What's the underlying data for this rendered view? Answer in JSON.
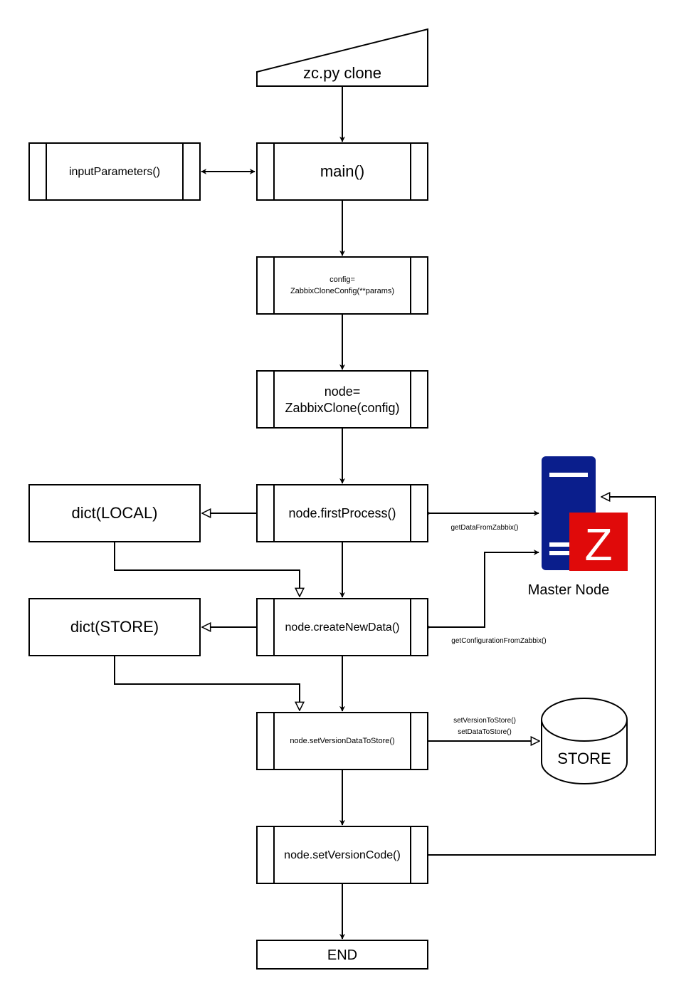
{
  "nodes": {
    "start": "zc.py clone",
    "main": "main()",
    "input_parameters": "inputParameters()",
    "config": [
      "config=",
      "ZabbixCloneConfig(**params)"
    ],
    "node_init": [
      "node=",
      "ZabbixClone(config)"
    ],
    "first_process": "node.firstProcess()",
    "create_new_data": "node.createNewData()",
    "set_version_data_to_store": "node.setVersionDataToStore()",
    "set_version_code": "node.setVersionCode()",
    "end": "END",
    "dict_local": "dict(LOCAL)",
    "dict_store": "dict(STORE)",
    "store_db": "STORE",
    "master_node": "Master Node",
    "zabbix_logo_letter": "Z"
  },
  "edge_labels": {
    "get_data": "getDataFromZabbix()",
    "get_configuration": "getConfigurationFromZabbix()",
    "set_version_to_store": "setVersionToStore()",
    "set_data_to_store": "setDataToStore()"
  },
  "colors": {
    "server_blue": "#0a1e8c",
    "zabbix_red": "#e00a0a",
    "stroke": "#000000"
  }
}
